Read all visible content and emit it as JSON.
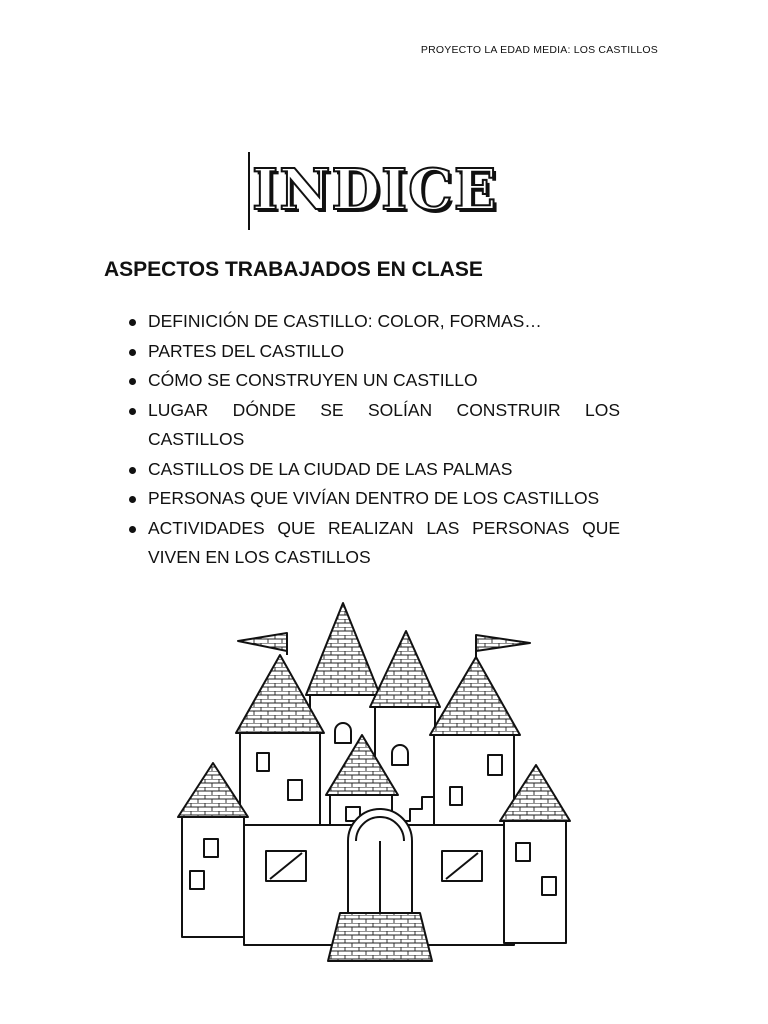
{
  "header": {
    "text": "PROYECTO LA EDAD MEDIA: LOS CASTILLOS"
  },
  "title": "INDICE",
  "section": {
    "title": "ASPECTOS TRABAJADOS EN CLASE",
    "items": [
      "DEFINICIÓN DE CASTILLO: COLOR, FORMAS…",
      "PARTES DEL CASTILLO",
      "CÓMO SE CONSTRUYEN UN CASTILLO",
      "LUGAR DÓNDE SE SOLÍAN CONSTRUIR LOS CASTILLOS",
      "CASTILLOS DE LA CIUDAD DE LAS PALMAS",
      "PERSONAS QUE VIVÍAN DENTRO DE LOS CASTILLOS",
      "ACTIVIDADES QUE REALIZAN LAS PERSONAS QUE VIVEN EN LOS CASTILLOS"
    ]
  },
  "illustration": {
    "icon": "castle-illustration-icon"
  }
}
